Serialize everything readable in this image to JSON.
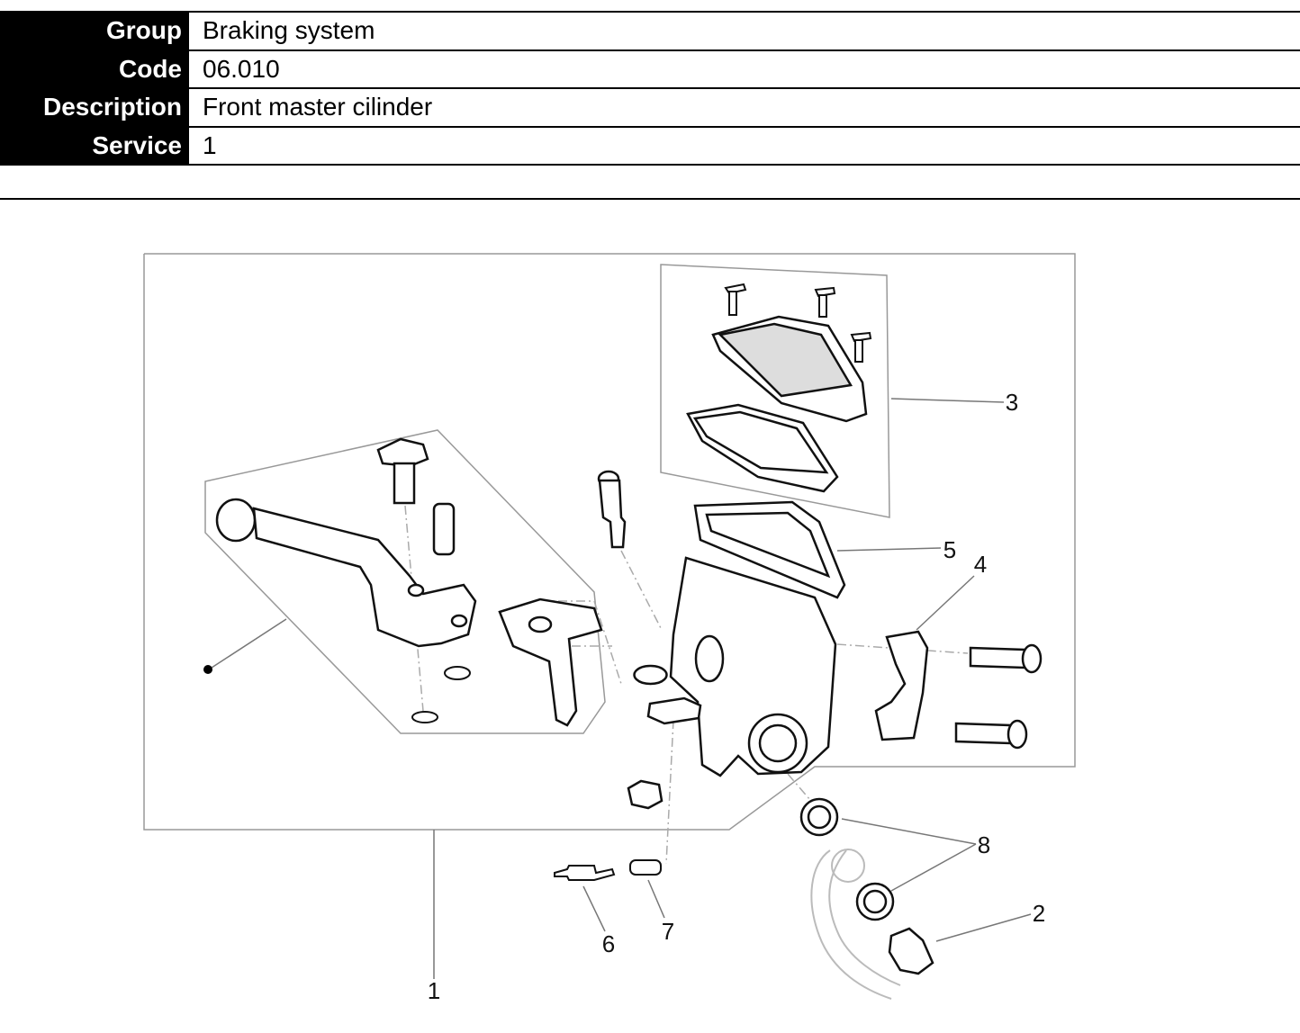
{
  "info": {
    "rows": [
      {
        "label": "Group",
        "value": "Braking system"
      },
      {
        "label": "Code",
        "value": "06.010"
      },
      {
        "label": "Description",
        "value": "Front master cilinder"
      },
      {
        "label": "Service",
        "value": "1"
      }
    ]
  },
  "diagram": {
    "callouts": [
      "1",
      "2",
      "3",
      "4",
      "5",
      "6",
      "7",
      "8"
    ]
  }
}
